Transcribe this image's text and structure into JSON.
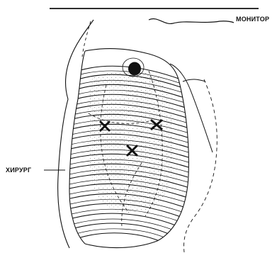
{
  "labels": {
    "monitor": "МОНИТОР",
    "surgeon": "ХИРУРГ"
  },
  "markers": {
    "count": 3,
    "symbol": "×"
  },
  "colors": {
    "line": "#111111",
    "background": "#ffffff",
    "text": "#111111"
  }
}
